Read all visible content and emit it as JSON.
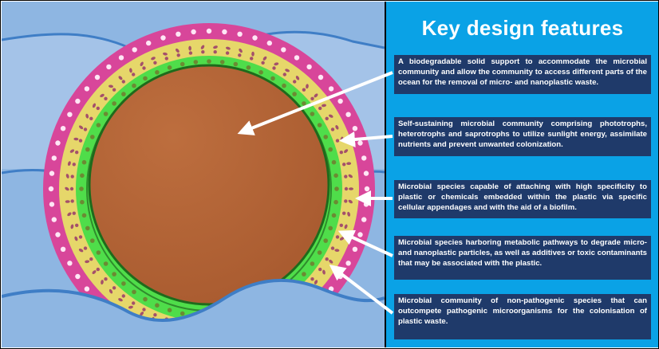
{
  "panel": {
    "title": "Key design features",
    "features": [
      {
        "text": "A biodegradable solid support to accommodate the microbial community and allow the community to access different parts of the ocean for the removal of micro- and nanoplastic waste."
      },
      {
        "text": "Self-sustaining microbial community comprising phototrophs, heterotrophs and saprotrophs to utilize sunlight energy, assimilate nutrients and prevent unwanted colonization."
      },
      {
        "text": "Microbial species capable of attaching with high specificity to plastic or chemicals embedded within the plastic via specific cellular appendages and with the aid of a biofilm."
      },
      {
        "text": "Microbial species harboring metabolic pathways to degrade micro- and nanoplastic particles, as well as additives or toxic contaminants that may be associated with the plastic."
      },
      {
        "text": "Microbial community of non-pathogenic species that can outcompete pathogenic microorganisms for the colonisation of plastic waste."
      }
    ]
  },
  "colors": {
    "ocean": "#8eb6e2",
    "wave": "#3f7ec6",
    "magenta_layer": "#d8469a",
    "yellow_layer": "#e6d76a",
    "green_layer": "#4fdd4a",
    "core": "#b56637",
    "panel_bg": "#0aa2e6",
    "box_bg": "#1f3a6a"
  }
}
